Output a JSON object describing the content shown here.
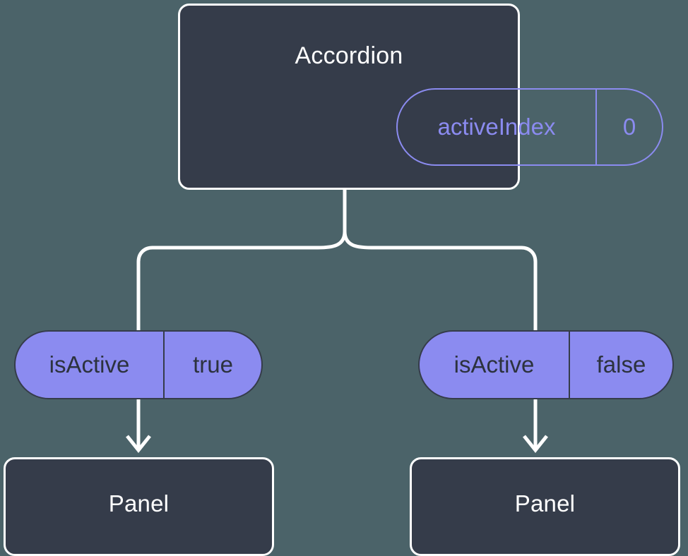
{
  "diagram": {
    "type": "component-state-tree",
    "background_color": "#4b6369",
    "node_fill_color": "#353c4a",
    "node_border_color": "#ffffff",
    "accent_color": "#8b8bf0",
    "connector_color": "#ffffff",
    "root": {
      "title": "Accordion",
      "state": {
        "key": "activeIndex",
        "value": "0",
        "style": "outline"
      }
    },
    "branches": [
      {
        "prop": {
          "key": "isActive",
          "value": "true",
          "style": "filled"
        },
        "child": {
          "title": "Panel"
        }
      },
      {
        "prop": {
          "key": "isActive",
          "value": "false",
          "style": "filled"
        },
        "child": {
          "title": "Panel"
        }
      }
    ]
  }
}
